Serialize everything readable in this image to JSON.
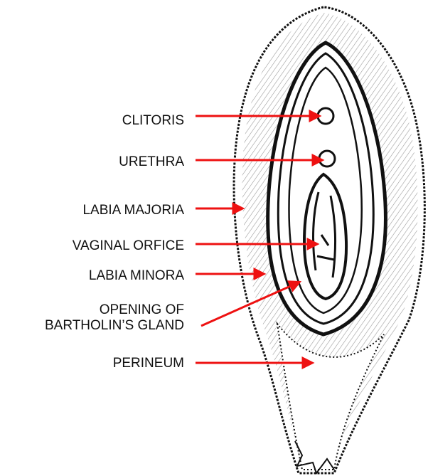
{
  "labels": {
    "clitoris": "CLITORIS",
    "urethra": "URETHRA",
    "labia_majoria": "LABIA MAJORIA",
    "vaginal_orfice": "VAGINAL ORFICE",
    "labia_minora": "LABIA MINORA",
    "bartholin_line1": "OPENING OF",
    "bartholin_line2": "BARTHOLIN’S GLAND",
    "perineum": "PERINEUM"
  },
  "colors": {
    "arrow": "#ee1111",
    "ink": "#111111",
    "background": "#ffffff"
  }
}
